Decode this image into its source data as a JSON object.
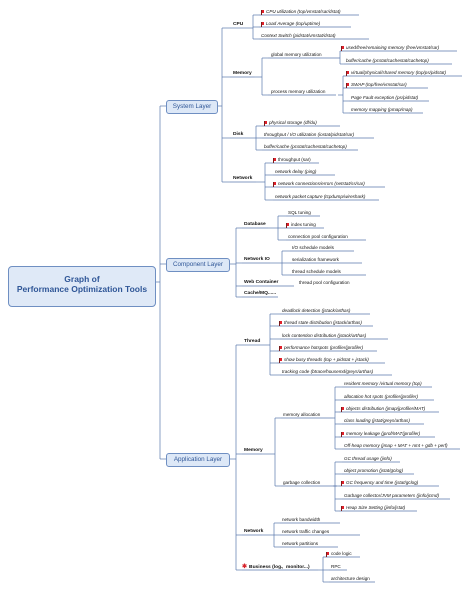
{
  "root": {
    "line1": "Graph of",
    "line2": "Performance Optimization Tools"
  },
  "layers": {
    "system": "System Layer",
    "component": "Component Layer",
    "application": "Application Layer"
  },
  "system": {
    "cpu": "CPU",
    "cpu_items": [
      "CPU utilization  (top/vmstat/sar/dstat)",
      "Load Average  (top/uptime)",
      "Context Switch  (pidstat/vmstat/dstat)"
    ],
    "memory": "Memory",
    "global_memory": "global memory utilization",
    "global_items": [
      "used/free/remaining memory  (free/vmstat/sar)",
      "buffer/cache  (pcstat/cachestat/cachetop)"
    ],
    "process_memory": "process memory utilization",
    "process_items": [
      "virtual/physical/shared memory  (top/ps/pidstat)",
      "SWAP  (top/free/vmstat/sar)",
      "Page Fault exception  (ps/pidstat)",
      "memory mapping  (pmap/map)"
    ],
    "disk": "Disk",
    "disk_items": [
      "physical storage  (df/du)",
      "throughput / I/O utilization  (iostat/pidstat/sar)",
      "buffer/cache  (pcstat/cachestat/cachetop)"
    ],
    "network": "Network",
    "network_items": [
      "throughput  (sar)",
      "network delay  (ping)",
      "network connections/errors  (netstat/ss/sar)",
      "network packet capture  (tcpdump/wireshark)"
    ]
  },
  "component": {
    "database": "Database",
    "database_items": [
      "SQL tuning",
      "index tuning",
      "connection pool configuration"
    ],
    "network_io": "Network IO",
    "network_io_items": [
      "I/O schedule models",
      "serialization framework",
      "thread schedule models"
    ],
    "web_container": "Web Container",
    "web_container_items": [
      "thread pool configuration"
    ],
    "cache_mq": "Cache/MQ......"
  },
  "application": {
    "thread": "Thread",
    "thread_items": [
      "deadlock detection  (jstack/arthas)",
      "thread state distribution  (jstack/arthas)",
      "lock contention distribution  (jstack/arthas)",
      "performance hotspots  (profiler/jprofiler)",
      "show busy threads  (top + pidstat + jstack)",
      "tracking code  (btrace/housemd/greys/arthas)"
    ],
    "memory": "Memory",
    "memory_allocation": "memory allocation",
    "allocation_items": [
      "resident memory /virtual memory  (top)",
      "allocation hot spots  (profiler/jprofiler)",
      "objects distribution  (jmap/jprofiler/MAT)",
      "class loading  (jstat/greys/arthas)",
      "memory leakage  (jprof/MAT/jprofiler)",
      "Off-heap memory  (jmap + MAT + nmt + gdb + perf)"
    ],
    "garbage_collection": "garbage collection",
    "gc_items": [
      "GC thread usage  (jinfo)",
      "object promotion  (jstat/gclog)",
      "GC frequency and time  (jstat/gclog)",
      "Garbage collector/JVM parameters  (jinfo/jcmd)",
      "Heap Size Setting  (jinfo/jstat)"
    ],
    "network": "Network",
    "network_items": [
      "network bandwidth",
      "network traffic changes",
      "network partitions"
    ],
    "business": "Business  (log、monitor...)",
    "business_items": [
      "code logic",
      "RPC",
      "architecture design"
    ]
  },
  "colors": {
    "node_border": "#6f8fc2",
    "node_fill": "#dde8f7",
    "node_text": "#2f5697",
    "line": "#5a78ad",
    "flag": "#e0202a"
  }
}
